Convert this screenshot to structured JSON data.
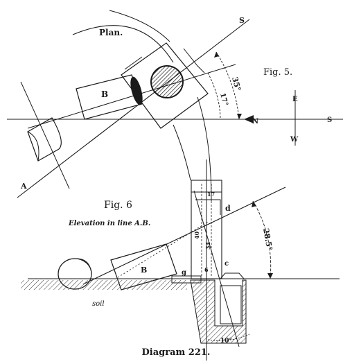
{
  "diagram": {
    "plan_title": "Plan.",
    "fig5_title": "Fig. 5.",
    "fig6_title": "Fig. 6",
    "elevation_title": "Elevation in line A.B.",
    "caption": "Diagram 221.",
    "compass": {
      "north": "N",
      "south": "S",
      "east": "E",
      "west": "W"
    },
    "plan_labels": {
      "a": "A",
      "b": "B",
      "s": "S",
      "angle_35": "35°",
      "angle_17": "17°"
    },
    "elevation_labels": {
      "b": "B",
      "d": "d",
      "c": "c",
      "g": "g",
      "soil": "soil",
      "angle_28": "28.5°",
      "angle_10": "10°",
      "dim_17": "17",
      "dim_40": "40",
      "dim_34": "34",
      "dim_6": "6"
    }
  }
}
